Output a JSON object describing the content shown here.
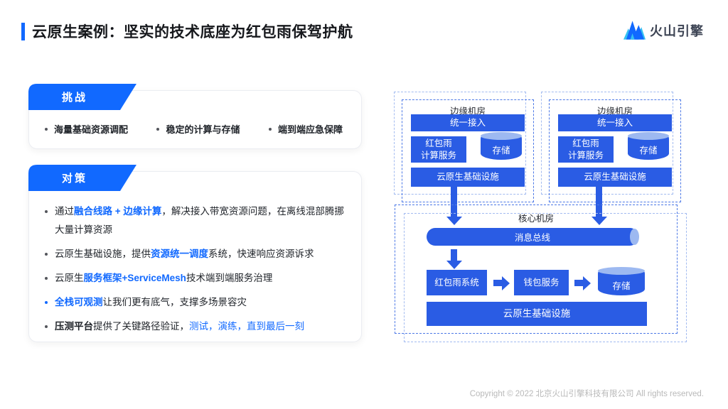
{
  "header": {
    "title": "云原生案例：坚实的技术底座为红包雨保驾护航",
    "logo_text": "火山引擎"
  },
  "challenge": {
    "tab": "挑战",
    "items": [
      "海量基础资源调配",
      "稳定的计算与存储",
      "端到端应急保障"
    ]
  },
  "solution": {
    "tab": "对策",
    "bullets": [
      {
        "dot": "dark",
        "segments": [
          {
            "t": "通过"
          },
          {
            "t": "融合线路 + 边缘计算",
            "s": "hl"
          },
          {
            "t": "，解决接入带宽资源问题，在离线混部腾挪大量计算资源"
          }
        ]
      },
      {
        "dot": "dark",
        "segments": [
          {
            "t": "云原生基础设施，提供"
          },
          {
            "t": "资源统一调度",
            "s": "hl"
          },
          {
            "t": "系统，快速响应资源诉求"
          }
        ]
      },
      {
        "dot": "dark",
        "segments": [
          {
            "t": "云原生"
          },
          {
            "t": "服务框架+ServiceMesh",
            "s": "hl"
          },
          {
            "t": "技术端到端服务治理"
          }
        ]
      },
      {
        "dot": "blue",
        "segments": [
          {
            "t": "全栈可观测",
            "s": "hl"
          },
          {
            "t": "让我们更有底气，支撑多场景容灾"
          }
        ]
      },
      {
        "dot": "dark",
        "segments": [
          {
            "t": "压测平台",
            "s": "b"
          },
          {
            "t": "提供了关键路径验证，"
          },
          {
            "t": "测试，演练，直到最后一刻",
            "s": "hlr"
          }
        ]
      }
    ]
  },
  "diagram": {
    "edge_rooms": [
      {
        "title": "边缘机房",
        "access": "统一接入",
        "compute": "红包雨\n计算服务",
        "storage": "存储",
        "infra": "云原生基础设施"
      },
      {
        "title": "边缘机房",
        "access": "统一接入",
        "compute": "红包雨\n计算服务",
        "storage": "存储",
        "infra": "云原生基础设施"
      }
    ],
    "core_room": {
      "title": "核心机房",
      "bus": "消息总线",
      "system": "红包雨系统",
      "wallet": "钱包服务",
      "storage": "存储",
      "infra": "云原生基础设施"
    }
  },
  "footer": {
    "copyright": "Copyright © 2022 北京火山引擎科技有限公司 All rights reserved."
  },
  "colors": {
    "accent_blue": "#1169ff",
    "box_blue": "#2a5ce4",
    "dash_blue": "#4d79e6",
    "dash_light": "#a3bbf0",
    "cyl_cap": "#9db9f1",
    "text_dark": "#1f2329",
    "footer_gray": "#b9b9b9",
    "logo_cyan": "#35c1f1"
  }
}
